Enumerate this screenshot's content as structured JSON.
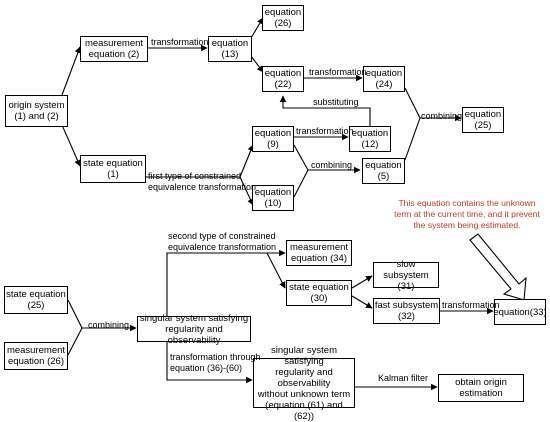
{
  "boxes": {
    "origin_system": {
      "line1": "origin system",
      "line2": "(1) and (2)"
    },
    "measurement_eq_2": {
      "line1": "measurement",
      "line2": "equation  (2)"
    },
    "state_eq_1": {
      "line1": "state equation",
      "line2": "(1)"
    },
    "eq_13": {
      "line1": "equation",
      "line2": "(13)"
    },
    "eq_26": {
      "line1": "equation",
      "line2": "(26)"
    },
    "eq_22": {
      "line1": "equation",
      "line2": "(22)"
    },
    "eq_24": {
      "line1": "equation",
      "line2": "(24)"
    },
    "eq_25_top": {
      "line1": "equation",
      "line2": "(25)"
    },
    "eq_9": {
      "line1": "equation",
      "line2": "(9)"
    },
    "eq_12": {
      "line1": "equation",
      "line2": "(12)"
    },
    "eq_5": {
      "line1": "equation",
      "line2": "(5)"
    },
    "eq_10": {
      "line1": "equation",
      "line2": "(10)"
    },
    "state_eq_25": {
      "line1": "state equation",
      "line2": "(25)"
    },
    "measurement_eq_26": {
      "line1": "measurement",
      "line2": "equation  (26)"
    },
    "singular_system": {
      "line1": "singular system satisfying",
      "line2": "regularity and observability"
    },
    "measurement_eq_34": {
      "line1": "measurement",
      "line2": "equation  (34)"
    },
    "state_eq_30": {
      "line1": "state equation",
      "line2": "(30)"
    },
    "slow_subsystem": {
      "line1": "slow subsystem",
      "line2": "(31)"
    },
    "fast_subsystem": {
      "line1": "fast subsystem",
      "line2": "(32)"
    },
    "eq_33": {
      "line1": "equation(33)"
    },
    "singular_system_2": {
      "line1": "singular system satisfying",
      "line2": "regularity and observability",
      "line3": "without unknown term",
      "line4": "(equation (61) and (62))"
    },
    "origin_estimation": {
      "line1": "obtain origin",
      "line2": "estimation"
    }
  },
  "labels": {
    "transformation_1": "transformation",
    "transformation_2": "transformation",
    "substituting": "substituting",
    "transformation_3": "transformation",
    "combining_1": "combining",
    "combining_2": "combining",
    "first_type_1": "first type of constrained",
    "first_type_2": "equivalence transformation",
    "second_type_1": "second type of constrained",
    "second_type_2": "equivalence transformation",
    "combining_3": "combining",
    "transformation_4": "transformation",
    "through_1": "transformation through",
    "through_2": "equation (36)-(60)",
    "kalman": "Kalman filter"
  },
  "note": {
    "line1": "This equation contains the unknown",
    "line2": "term at the current time, and it prevent",
    "line3": "the system being estimated."
  },
  "colors": {
    "note_text": "#c0392b",
    "note_border": "#d9a3a3"
  }
}
